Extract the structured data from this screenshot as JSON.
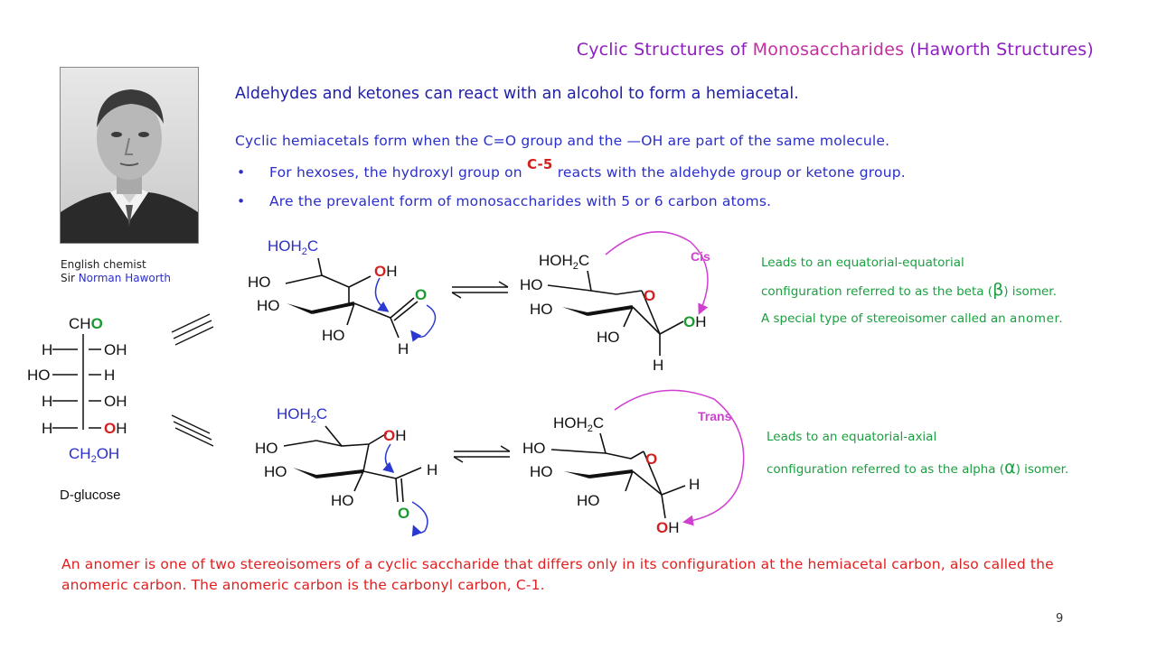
{
  "title": {
    "part1": "Cyclic Structures of ",
    "part2": "Monosaccharides",
    "part3": " (",
    "part4": "Haworth Structures",
    "part5": ")"
  },
  "intro": "Aldehydes and ketones can react with an alcohol to form  a hemiacetal.",
  "subtitle": "Cyclic hemiacetals form when the C=O group and the —OH are part of the same molecule.",
  "bullets": {
    "b1_before": "For hexoses, the hydroxyl group on ",
    "b1_label": "C-5",
    "b1_after": " reacts with the aldehyde group or ketone group.",
    "b2": "Are the prevalent form of monosaccharides with 5 or 6 carbon atoms.",
    "marker": "•"
  },
  "photo_caption": {
    "line1": "English chemist",
    "line2_prefix": "Sir ",
    "line2_name": "Norman Haworth"
  },
  "fischer": {
    "top": "CH",
    "top_o": "O",
    "r1_left": "H",
    "r1_right": "OH",
    "r2_left": "HO",
    "r2_right": "H",
    "r3_left": "H",
    "r3_right": "OH",
    "r4_left": "H",
    "r4_right_o": "O",
    "r4_right_h": "H",
    "bottom": "CH2OH",
    "name": "D-glucose"
  },
  "labels": {
    "HOH2C": "HOH2C",
    "HO": "HO",
    "OH_O": "O",
    "OH_H": "H",
    "O": "O",
    "H": "H",
    "cis": "Cis",
    "trans": "Trans"
  },
  "note_beta": {
    "line1": "Leads to an equatorial-equatorial",
    "line2_before": "configuration referred  to as the beta (",
    "line2_greek": "β",
    "line2_after": ") isomer.",
    "line3_before": "A special type of stereoisomer  called an ",
    "line3_term": "anomer."
  },
  "note_alpha": {
    "line1": "Leads to an equatorial-axial",
    "line2_before": "configuration referred  to as the alpha (",
    "line2_greek": "α",
    "line2_after": ") isomer."
  },
  "footer": "An anomer is one of two stereoisomers of a cyclic saccharide that differs only in its configuration at the hemiacetal carbon, also called the anomeric carbon. The anomeric carbon is the carbonyl carbon, C-1.",
  "page_number": "9",
  "colors": {
    "title_purple": "#8e1fc0",
    "title_pink": "#c32fa0",
    "text_blue": "#2b2fc9",
    "oxygen_red": "#d32020",
    "oxygen_green": "#1a9a30",
    "note_green": "#1aa040",
    "arrow_magenta": "#d040d0",
    "arrow_blue": "#2a3ad0"
  }
}
